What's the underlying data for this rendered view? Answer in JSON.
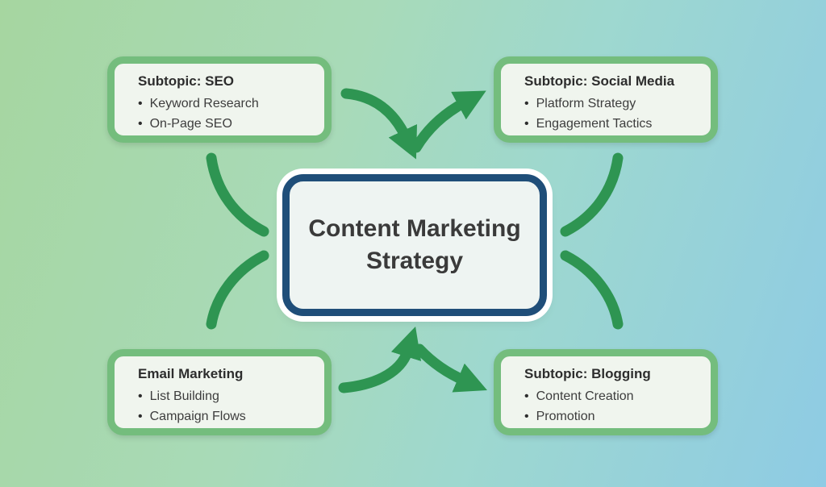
{
  "center": {
    "title": "Content Marketing Strategy",
    "line1": "Content Marketing",
    "line2": "Strategy"
  },
  "nodes": [
    {
      "id": "seo",
      "title": "Subtopic: SEO",
      "bullets": [
        "Keyword Research",
        "On-Page SEO"
      ]
    },
    {
      "id": "social",
      "title": "Subtopic: Social Media",
      "bullets": [
        "Platform Strategy",
        "Engagement Tactics"
      ]
    },
    {
      "id": "email",
      "title": "Email Marketing",
      "bullets": [
        "List Building",
        "Campaign Flows"
      ]
    },
    {
      "id": "blogging",
      "title": "Subtopic: Blogging",
      "bullets": [
        "Content Creation",
        "Promotion"
      ]
    }
  ],
  "edges": [
    {
      "from": "Subtopic: SEO",
      "to": "Content Marketing Strategy",
      "style": "arrow"
    },
    {
      "from": "Content Marketing Strategy",
      "to": "Subtopic: Social Media",
      "style": "arrow"
    },
    {
      "from": "Email Marketing",
      "to": "Content Marketing Strategy",
      "style": "arrow"
    },
    {
      "from": "Content Marketing Strategy",
      "to": "Subtopic: Blogging",
      "style": "arrow"
    },
    {
      "from": "Subtopic: SEO",
      "to": "Content Marketing Strategy",
      "style": "curve-no-head"
    },
    {
      "from": "Content Marketing Strategy",
      "to": "Email Marketing",
      "style": "curve-no-head"
    },
    {
      "from": "Subtopic: Social Media",
      "to": "Content Marketing Strategy",
      "style": "curve-no-head"
    },
    {
      "from": "Content Marketing Strategy",
      "to": "Subtopic: Blogging",
      "style": "curve-no-head"
    }
  ],
  "colors": {
    "background_green": "#a6d6a0",
    "background_blue": "#8ecbe4",
    "node_border_green": "#74bd7d",
    "node_fill": "#f0f5ee",
    "arrow_green": "#2e9552",
    "center_border_navy": "#1f4e79",
    "center_fill": "#eef4f2",
    "text_dark": "#3a3a3a"
  }
}
